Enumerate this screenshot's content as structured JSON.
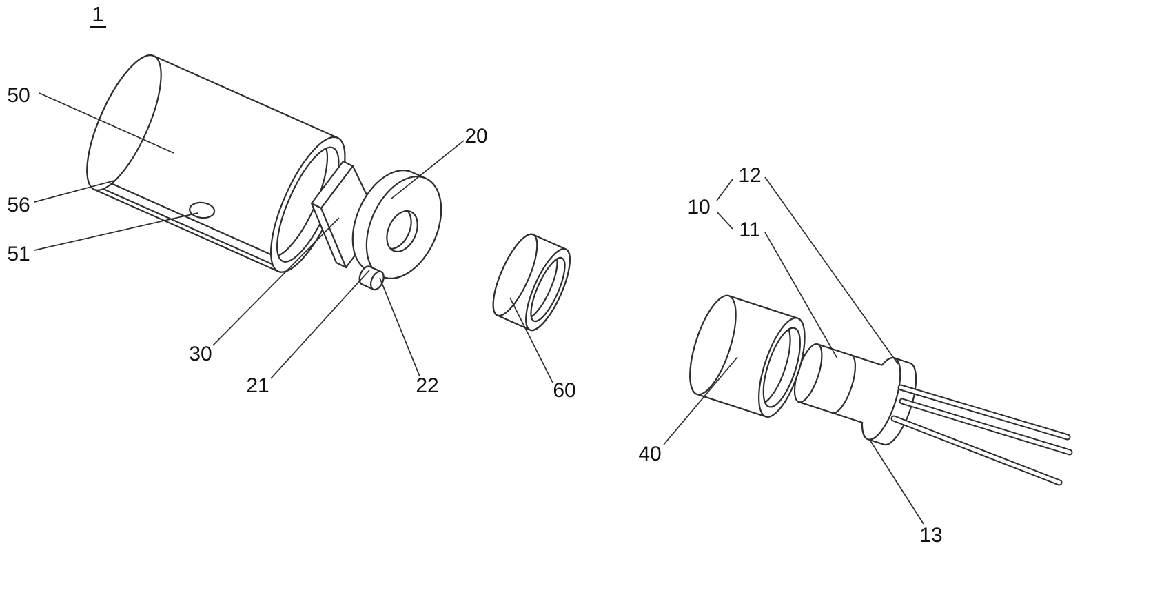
{
  "figure": {
    "reference": "1"
  },
  "labels": {
    "l50": "50",
    "l56": "56",
    "l51": "51",
    "l30": "30",
    "l21": "21",
    "l22": "22",
    "l20": "20",
    "l60": "60",
    "l10": "10",
    "l12": "12",
    "l11": "11",
    "l40": "40",
    "l13": "13"
  },
  "colors": {
    "line": "#2e2e2e",
    "label_text": "#111111",
    "background": "#ffffff"
  }
}
